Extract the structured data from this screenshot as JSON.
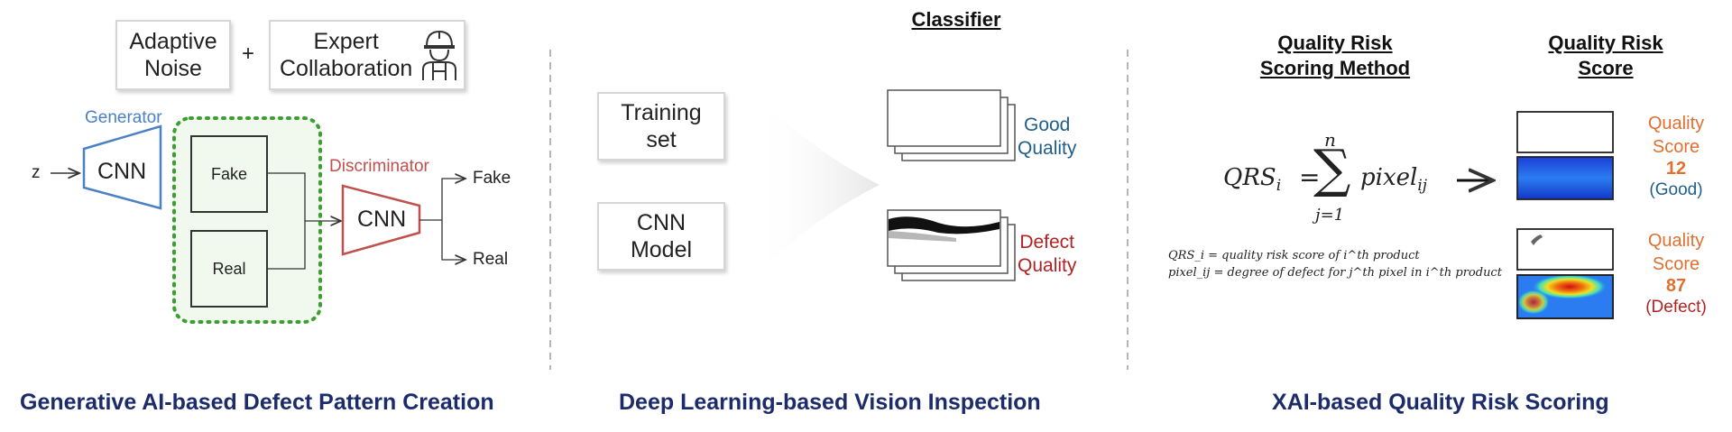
{
  "section1": {
    "adaptive_noise": "Adaptive\nNoise",
    "plus": "+",
    "expert_collaboration": "Expert\nCollaboration",
    "generator_label": "Generator",
    "z_label": "z",
    "generator_cnn": "CNN",
    "fake_box": "Fake",
    "real_box": "Real",
    "discriminator_label": "Discriminator",
    "discriminator_cnn": "CNN",
    "output_fake": "Fake",
    "output_real": "Real",
    "title": "Generative AI-based Defect Pattern Creation"
  },
  "section2": {
    "heading": "Classifier",
    "training_set": "Training\nset",
    "cnn_model": "CNN\nModel",
    "good_quality": "Good\nQuality",
    "defect_quality": "Defect\nQuality",
    "title": "Deep Learning-based Vision Inspection"
  },
  "section3": {
    "method_heading": "Quality Risk\nScoring Method",
    "score_heading": "Quality Risk\nScore",
    "formula_lhs": "QRS",
    "formula_lhs_sub": "i",
    "formula_eq": "=",
    "sum_upper": "n",
    "sum_lower": "j=1",
    "formula_rhs": "pixel",
    "formula_rhs_sub": "ij",
    "def1": "QRS_i = quality risk score of i^th product",
    "def2": "pixel_ij = degree of defect for j^th pixel in i^th product",
    "good_score_label": "Quality\nScore",
    "good_score_value": "12",
    "good_score_tag": "(Good)",
    "defect_score_label": "Quality\nScore",
    "defect_score_value": "87",
    "defect_score_tag": "(Defect)",
    "title": "XAI-based Quality Risk Scoring"
  },
  "colors": {
    "generator_blue": "#4a80c4",
    "discriminator_red": "#c0504d",
    "green_dotted": "#3aa030",
    "title_navy": "#1c2c6b",
    "good_blue": "#1f5e8a",
    "defect_red": "#b22222",
    "score_orange": "#e07030"
  },
  "icons": {
    "worker": "construction-worker-icon",
    "big_arrow": "large-right-arrow-icon",
    "sum": "summation-symbol"
  }
}
